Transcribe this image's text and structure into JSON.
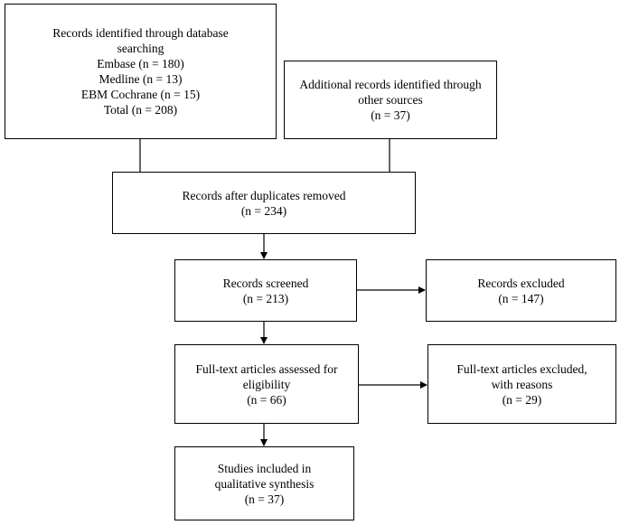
{
  "identified": {
    "lines": [
      "Records identified through database",
      "searching",
      "Embase (n = 180)",
      "Medline (n = 13)",
      "EBM Cochrane (n = 15)",
      "Total (n = 208)"
    ]
  },
  "additional": {
    "lines": [
      "Additional records identified through",
      "other sources",
      "(n = 37)"
    ]
  },
  "duplicates_removed": {
    "lines": [
      "Records after duplicates removed",
      "(n = 234)"
    ]
  },
  "screened": {
    "lines": [
      "Records screened",
      "(n = 213)"
    ]
  },
  "excluded": {
    "lines": [
      "Records excluded",
      "(n = 147)"
    ]
  },
  "fulltext_assessed": {
    "lines": [
      "Full-text articles assessed for",
      "eligibility",
      "(n = 66)"
    ]
  },
  "fulltext_excluded": {
    "lines": [
      "Full-text articles excluded,",
      "with reasons",
      "(n = 29)"
    ]
  },
  "included": {
    "lines": [
      "Studies included in",
      "qualitative synthesis",
      "(n = 37)"
    ]
  }
}
